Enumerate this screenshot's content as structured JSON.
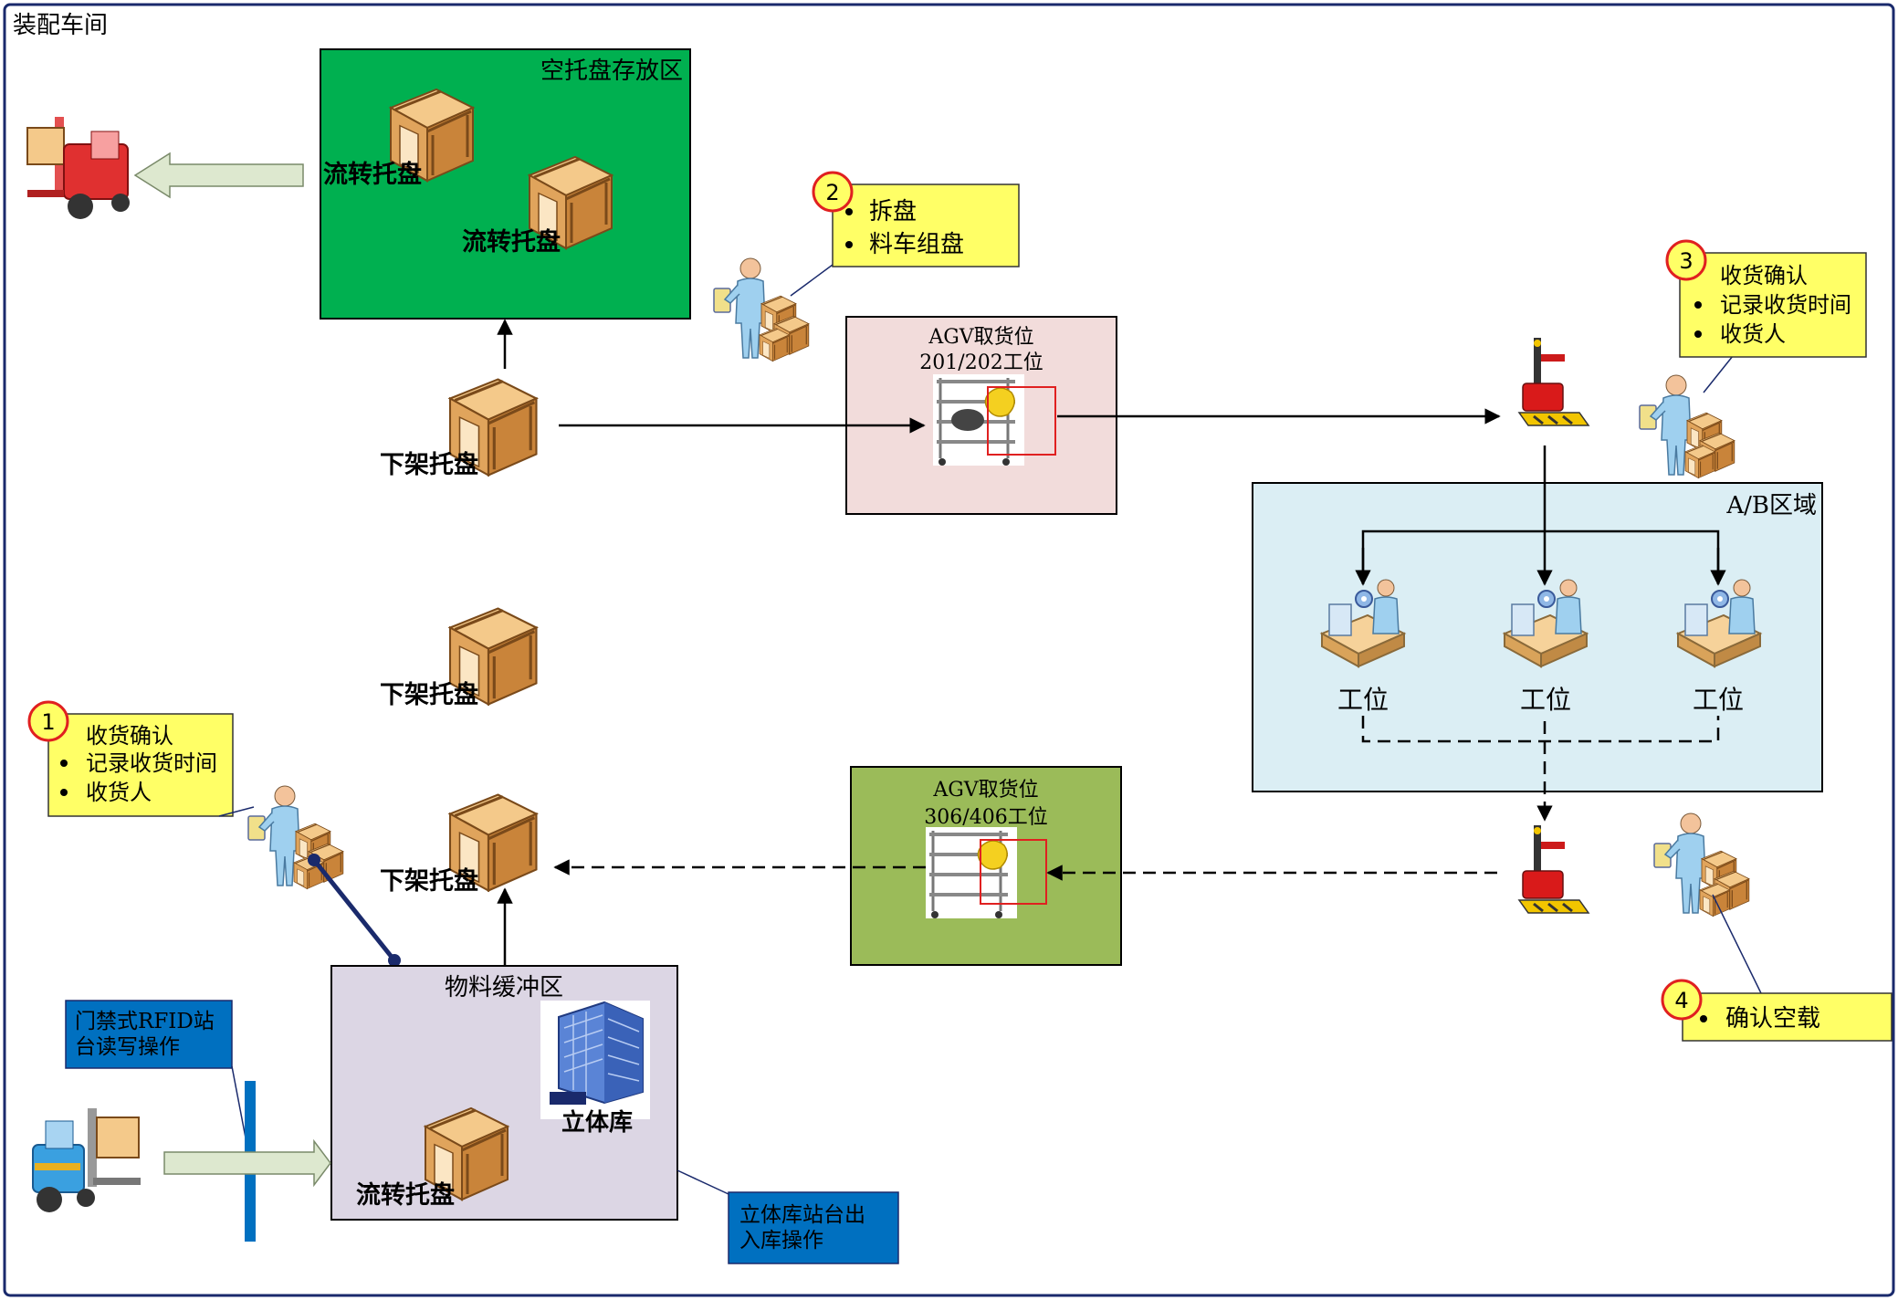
{
  "workshop": {
    "title": "装配车间"
  },
  "empty_pallet_zone": {
    "title": "空托盘存放区",
    "pallet_labels": [
      "流转托盘",
      "流转托盘"
    ]
  },
  "unload_pallets": {
    "top": "下架托盘",
    "middle": "下架托盘",
    "bottom": "下架托盘"
  },
  "agv_pick_top": {
    "title_line1": "AGV取货位",
    "title_line2": "201/202工位"
  },
  "agv_pick_bottom": {
    "title_line1": "AGV取货位",
    "title_line2": "306/406工位"
  },
  "ab_zone": {
    "title": "A/B区域",
    "stations": [
      "工位",
      "工位",
      "工位"
    ]
  },
  "buffer_zone": {
    "title": "物料缓冲区",
    "warehouse_label": "立体库",
    "pallet_label": "流转托盘"
  },
  "callouts": {
    "c1": {
      "number": "1",
      "title": "收货确认",
      "bullets": [
        "记录收货时间",
        "收货人"
      ]
    },
    "c2": {
      "number": "2",
      "bullets": [
        "拆盘",
        "料车组盘"
      ]
    },
    "c3": {
      "number": "3",
      "title": "收货确认",
      "bullets": [
        "记录收货时间",
        "收货人"
      ]
    },
    "c4": {
      "number": "4",
      "bullets": [
        "确认空载"
      ]
    }
  },
  "notes": {
    "rfid": {
      "line1": "门禁式RFID站",
      "line2": "台读写操作"
    },
    "warehouse_station": {
      "line1": "立体库站台出",
      "line2": "入库操作"
    }
  },
  "colors": {
    "frame": "#1a2a6c",
    "empty_zone": "#00b050",
    "agv_top": "#f2dcdb",
    "agv_bottom": "#9bbb59",
    "ab_zone": "#dbeef4",
    "buffer": "#dcd6e4",
    "callout": "#ffff66",
    "note_blue": "#0070c0"
  }
}
